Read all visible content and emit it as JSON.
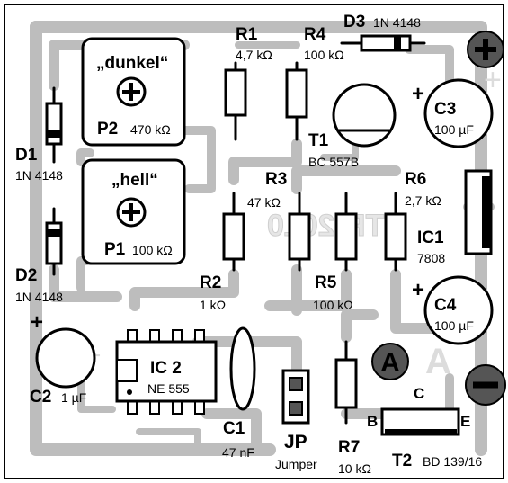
{
  "colors": {
    "background": "#ffffff",
    "copper": "#bdbdbd",
    "ink": "#000000",
    "badge": "#555555",
    "ghost": "#e6e6e6"
  },
  "mirrored_text": "STR 2010",
  "potentiometers": [
    {
      "ref": "P2",
      "value": "470 kΩ",
      "caption": "„dunkel“"
    },
    {
      "ref": "P1",
      "value": "100 kΩ",
      "caption": "„hell“"
    }
  ],
  "resistors": [
    {
      "ref": "R1",
      "value": "4,7 kΩ"
    },
    {
      "ref": "R4",
      "value": "100 kΩ"
    },
    {
      "ref": "R3",
      "value": "47 kΩ"
    },
    {
      "ref": "R6",
      "value": "2,7 kΩ"
    },
    {
      "ref": "R2",
      "value": "1 kΩ"
    },
    {
      "ref": "R5",
      "value": "100 kΩ"
    },
    {
      "ref": "R7",
      "value": "10 kΩ"
    }
  ],
  "diodes": [
    {
      "ref": "D1",
      "value": "1N 4148"
    },
    {
      "ref": "D2",
      "value": "1N 4148"
    },
    {
      "ref": "D3",
      "value": "1N 4148"
    }
  ],
  "capacitors": [
    {
      "ref": "C3",
      "value": "100 µF"
    },
    {
      "ref": "C4",
      "value": "100 µF"
    },
    {
      "ref": "C2",
      "value": "1 µF"
    },
    {
      "ref": "C1",
      "value": "47 nF"
    }
  ],
  "transistors": [
    {
      "ref": "T1",
      "value": "BC 557B"
    },
    {
      "ref": "T2",
      "value": "BD 139/16",
      "pins": [
        "B",
        "C",
        "E"
      ]
    }
  ],
  "ics": [
    {
      "ref": "IC 2",
      "value": "NE 555"
    },
    {
      "ref": "IC1",
      "value": "7808"
    }
  ],
  "jumper": {
    "ref": "JP",
    "value": "Jumper"
  },
  "markers": {
    "plus": "+",
    "output": "A"
  }
}
